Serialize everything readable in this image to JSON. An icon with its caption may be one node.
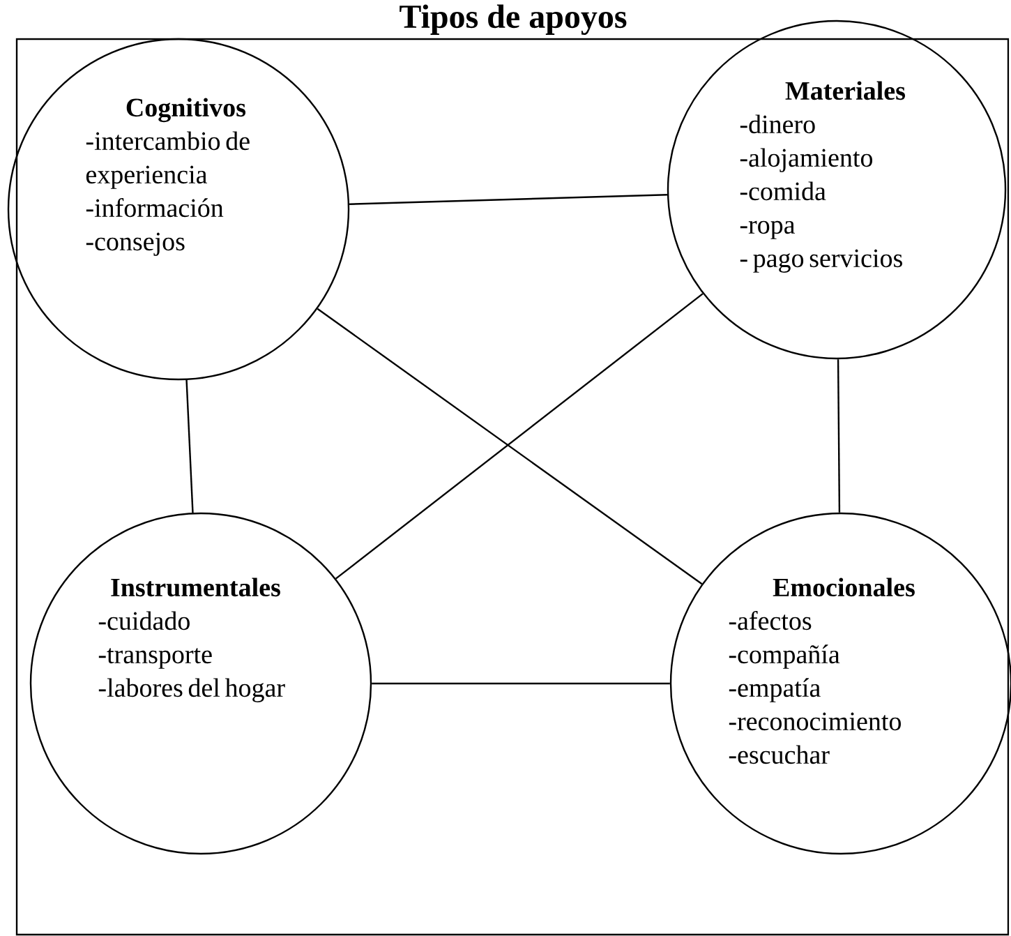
{
  "diagram": {
    "title": "Tipos de apoyos",
    "nodes": [
      {
        "text": [
          "Cognitivos",
          "-intercambio de experiencia",
          "-información",
          "-consejos"
        ]
      },
      {
        "text": [
          "Materiales",
          "-dinero",
          "-alojamiento",
          "-comida",
          "-ropa",
          "- pago servicios"
        ]
      },
      {
        "text": [
          "Instrumentales",
          "-cuidado",
          "-transporte",
          "-labores del hogar"
        ]
      },
      {
        "text": [
          "Emocionales",
          "-afectos",
          "-compañía",
          "-empatía",
          "-reconocimiento",
          "-escuchar"
        ]
      }
    ],
    "edges": [
      {
        "from": 0,
        "to": 1,
        "arrow": "none"
      },
      {
        "from": 0,
        "to": 2,
        "arrow": "none"
      },
      {
        "from": 0,
        "to": 3,
        "arrow": "none"
      },
      {
        "from": 1,
        "to": 2,
        "arrow": "none"
      },
      {
        "from": 1,
        "to": 3,
        "arrow": "none"
      },
      {
        "from": 2,
        "to": 3,
        "arrow": "none"
      }
    ]
  }
}
